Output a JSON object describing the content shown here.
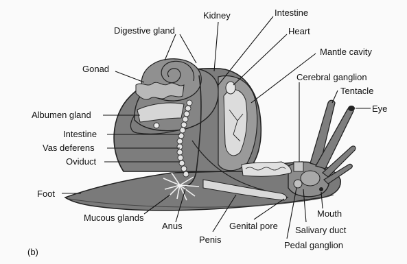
{
  "figure": {
    "panel_label": "(b)",
    "labels": {
      "digestive_gland": "Digestive gland",
      "kidney": "Kidney",
      "intestine_top": "Intestine",
      "heart": "Heart",
      "mantle_cavity": "Mantle cavity",
      "gonad": "Gonad",
      "cerebral_ganglion": "Cerebral ganglion",
      "tentacle": "Tentacle",
      "eye": "Eye",
      "albumen_gland": "Albumen gland",
      "intestine_left": "Intestine",
      "vas_deferens": "Vas deferens",
      "oviduct": "Oviduct",
      "foot": "Foot",
      "mucous_glands": "Mucous glands",
      "anus": "Anus",
      "penis": "Penis",
      "genital_pore": "Genital pore",
      "mouth": "Mouth",
      "salivary_duct": "Salivary duct",
      "pedal_ganglion": "Pedal ganglion"
    }
  }
}
